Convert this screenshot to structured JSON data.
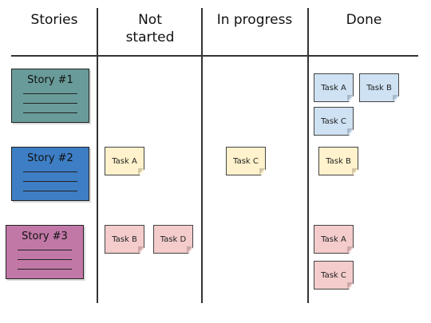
{
  "board": {
    "columns": [
      {
        "id": "stories",
        "header": "Stories"
      },
      {
        "id": "not_started",
        "header_line1": "Not",
        "header_line2": "started"
      },
      {
        "id": "in_progress",
        "header": "In progress"
      },
      {
        "id": "done",
        "header": "Done"
      }
    ],
    "stories": [
      {
        "id": "story1",
        "title": "Story #1",
        "color": "#6a9b9b"
      },
      {
        "id": "story2",
        "title": "Story #2",
        "color": "#3d7ec4"
      },
      {
        "id": "story3",
        "title": "Story #3",
        "color": "#c178a7"
      }
    ],
    "task_colors": {
      "story1": "#cfe2f3",
      "story2": "#fff2cc",
      "story3": "#f4cccc"
    },
    "tasks": [
      {
        "story": "story1",
        "column": "done",
        "label": "Task A"
      },
      {
        "story": "story1",
        "column": "done",
        "label": "Task B"
      },
      {
        "story": "story1",
        "column": "done",
        "label": "Task C"
      },
      {
        "story": "story2",
        "column": "not_started",
        "label": "Task A"
      },
      {
        "story": "story2",
        "column": "in_progress",
        "label": "Task C"
      },
      {
        "story": "story2",
        "column": "done",
        "label": "Task B"
      },
      {
        "story": "story3",
        "column": "not_started",
        "label": "Task B"
      },
      {
        "story": "story3",
        "column": "not_started",
        "label": "Task D"
      },
      {
        "story": "story3",
        "column": "done",
        "label": "Task A"
      },
      {
        "story": "story3",
        "column": "done",
        "label": "Task C"
      }
    ]
  }
}
